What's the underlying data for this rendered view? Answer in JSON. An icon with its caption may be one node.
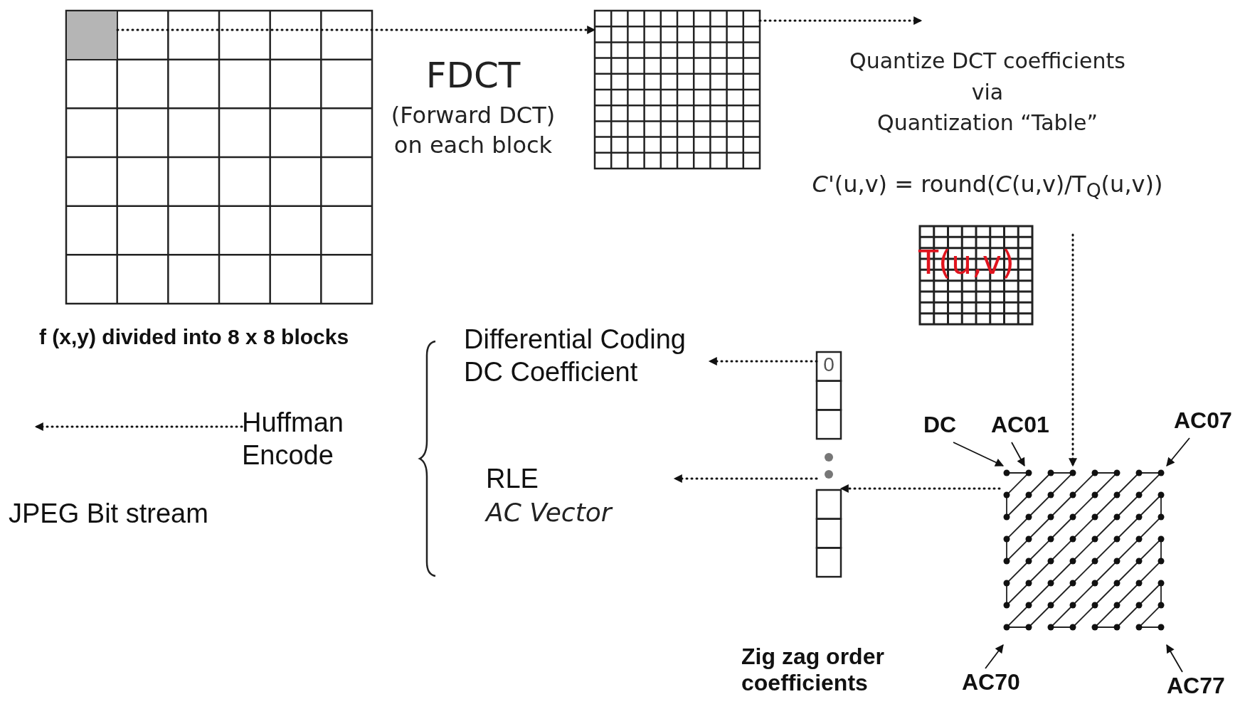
{
  "diagram": {
    "nodes": [
      {
        "text": [],
        "shape": "box",
        "beside": [
          "f (x,y) divided into 8 x 8 blocks"
        ]
      },
      {
        "text": [],
        "shape": "box",
        "in": 0
      },
      {
        "text": [],
        "shape": "box"
      },
      {
        "text": [
          "T(u,v)"
        ]
      },
      {
        "text": [],
        "shape": "picture"
      },
      {
        "text": [
          "DC"
        ]
      },
      {
        "text": [
          "AC01"
        ]
      },
      {
        "text": [
          "AC07"
        ]
      },
      {
        "text": [
          "AC70"
        ]
      },
      {
        "text": [
          "AC77"
        ]
      },
      {
        "text": [
          "0"
        ]
      },
      {
        "text": [
          "Differential Coding DC Coefficient"
        ]
      },
      {
        "text": [
          "RLE",
          "AC Vector"
        ]
      },
      {
        "text": [
          "Huffman Encode"
        ]
      }
    ],
    "edges": [
      {
        "from": 1,
        "to": 2,
        "arrow": "to",
        "style": "dashed"
      },
      {
        "from": 2,
        "to": null,
        "arrow": "to",
        "style": "dashed"
      },
      {
        "from": null,
        "to": 4,
        "arrow": "to",
        "style": "dashed"
      },
      {
        "from": 5,
        "to": 4,
        "arrow": "to"
      },
      {
        "from": 6,
        "to": 4,
        "arrow": "to"
      },
      {
        "from": 7,
        "to": 4,
        "arrow": "to"
      },
      {
        "from": 8,
        "to": 4,
        "arrow": "to"
      },
      {
        "from": 9,
        "to": 4,
        "arrow": "to"
      },
      {
        "from": 4,
        "to": 10,
        "arrow": "to",
        "style": "dashed"
      },
      {
        "from": 10,
        "to": 11,
        "arrow": "to",
        "style": "dashed"
      },
      {
        "from": 10,
        "to": 12,
        "arrow": "to",
        "style": "dashed"
      },
      {
        "from": 13,
        "to": null,
        "arrow": "to",
        "style": "dashed"
      }
    ],
    "labels": [
      "FDCT",
      "(Forward DCT) on each block",
      "Quantize DCT coefficients via Quantization “Table”",
      "*C'*(u,v) = round(*C*(u,v)/T$_{Q}$(u,v))",
      "Zig zag order coefficients",
      "JPEG Bit stream"
    ]
  }
}
